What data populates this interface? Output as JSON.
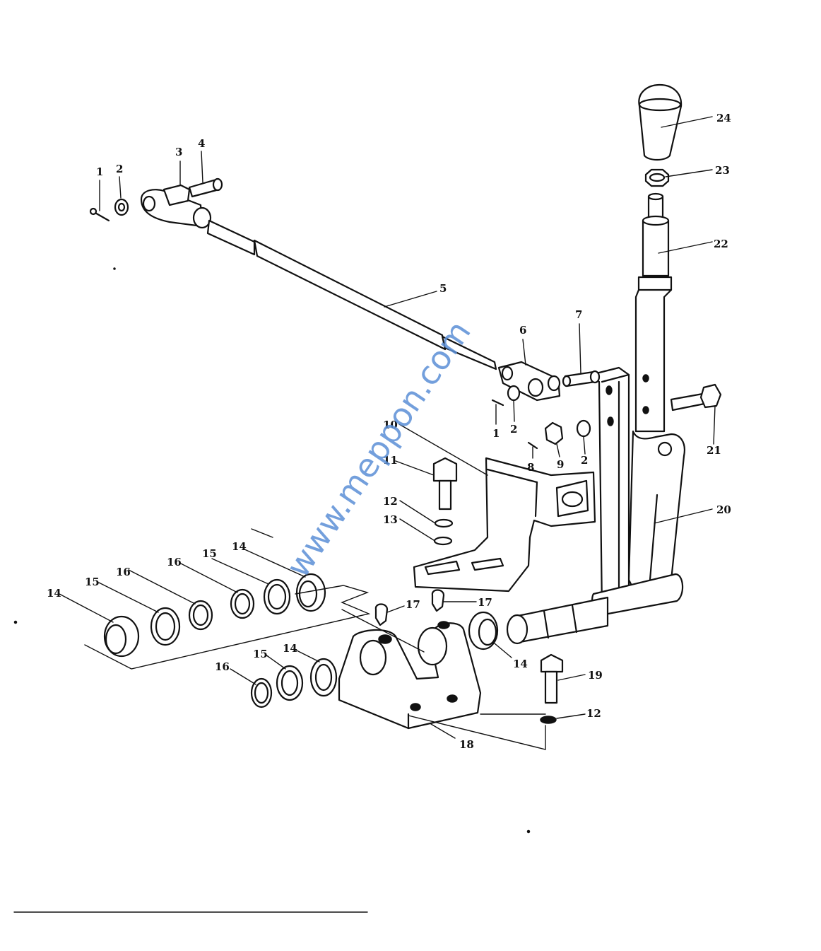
{
  "watermark": "www.meppon.com",
  "callouts": [
    {
      "id": "c1a",
      "text": "1"
    },
    {
      "id": "c2a",
      "text": "2"
    },
    {
      "id": "c3",
      "text": "3"
    },
    {
      "id": "c4",
      "text": "4"
    },
    {
      "id": "c5",
      "text": "5"
    },
    {
      "id": "c6",
      "text": "6"
    },
    {
      "id": "c7",
      "text": "7"
    },
    {
      "id": "c1b",
      "text": "1"
    },
    {
      "id": "c2b",
      "text": "2"
    },
    {
      "id": "c8",
      "text": "8"
    },
    {
      "id": "c9",
      "text": "9"
    },
    {
      "id": "c2c",
      "text": "2"
    },
    {
      "id": "c10",
      "text": "10"
    },
    {
      "id": "c11",
      "text": "11"
    },
    {
      "id": "c12a",
      "text": "12"
    },
    {
      "id": "c13",
      "text": "13"
    },
    {
      "id": "c14a",
      "text": "14"
    },
    {
      "id": "c15a",
      "text": "15"
    },
    {
      "id": "c16a",
      "text": "16"
    },
    {
      "id": "c16b",
      "text": "16"
    },
    {
      "id": "c15b",
      "text": "15"
    },
    {
      "id": "c14b",
      "text": "14"
    },
    {
      "id": "c17a",
      "text": "17"
    },
    {
      "id": "c17b",
      "text": "17"
    },
    {
      "id": "c14c",
      "text": "14"
    },
    {
      "id": "c16c",
      "text": "16"
    },
    {
      "id": "c15c",
      "text": "15"
    },
    {
      "id": "c14d",
      "text": "14"
    },
    {
      "id": "c18",
      "text": "18"
    },
    {
      "id": "c19",
      "text": "19"
    },
    {
      "id": "c12b",
      "text": "12"
    },
    {
      "id": "c20",
      "text": "20"
    },
    {
      "id": "c21",
      "text": "21"
    },
    {
      "id": "c22",
      "text": "22"
    },
    {
      "id": "c23",
      "text": "23"
    },
    {
      "id": "c24",
      "text": "24"
    }
  ]
}
